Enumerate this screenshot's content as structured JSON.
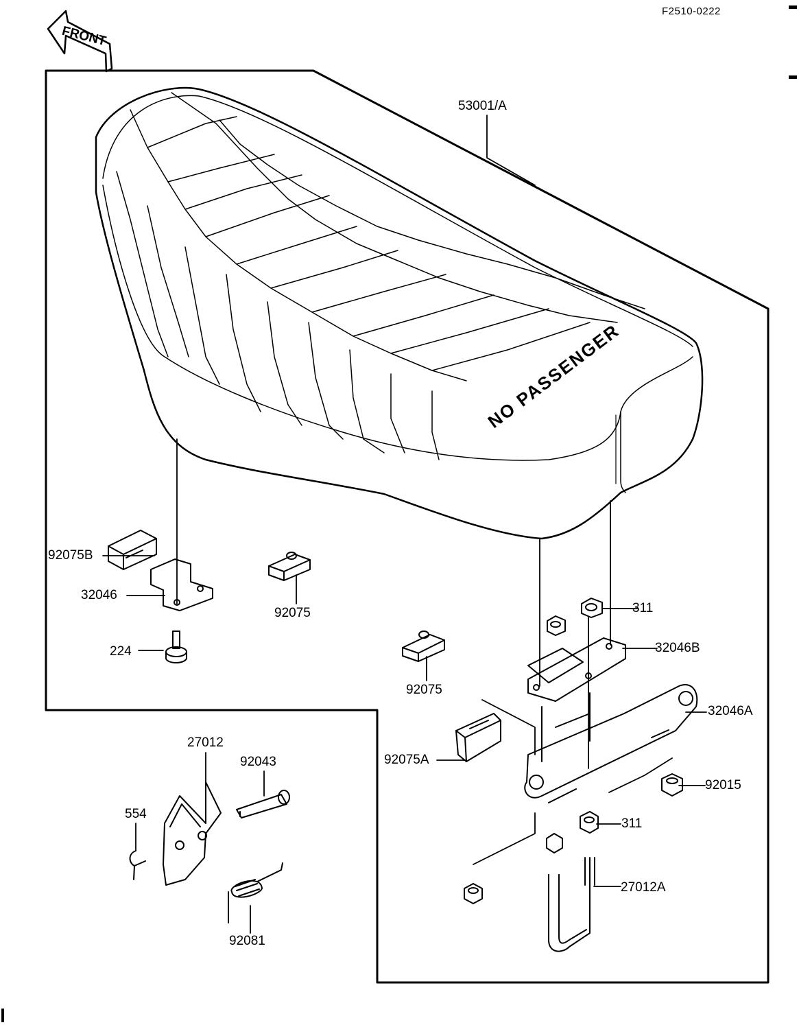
{
  "drawing_code": "F2510-0222",
  "front_arrow_text": "FRONT",
  "seat_text": "NO PASSENGER",
  "labels": {
    "seat": "53001/A",
    "pad_b": "92075B",
    "bracket_left": "32046",
    "bolt": "224",
    "pad_center_upper": "92075",
    "pad_center_lower": "92075",
    "nut_upper": "311",
    "bracket_b": "32046B",
    "bracket_a": "32046A",
    "pad_a": "92075A",
    "nut_92015": "92015",
    "nut_lower": "311",
    "ubolt": "27012A",
    "plate": "27012",
    "pin": "92043",
    "cotter": "554",
    "spring": "92081"
  }
}
